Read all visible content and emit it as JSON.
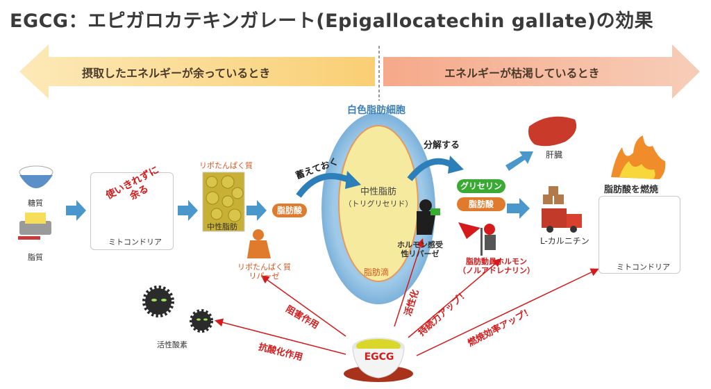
{
  "title": "EGCG：エピガロカテキンガレート(Epigallocatechin gallate)の効果",
  "banners": {
    "left": "摂取したエネルギーが余っているとき",
    "right": "エネルギーが枯渇しているとき"
  },
  "fat_cell": {
    "title": "白色脂肪細胞",
    "inner_line1": "中性脂肪",
    "inner_line2": "（トリグリセリド）",
    "droplet": "脂肪滴"
  },
  "inputs": {
    "sugar": "糖質",
    "fat": "脂質"
  },
  "mito_left": {
    "caption": "ミトコンドリア",
    "overflow_line1": "使いきれずに",
    "overflow_line2": "余る"
  },
  "lipoprotein": {
    "title": "リポたんぱく質",
    "caption": "中性脂肪"
  },
  "lipase": {
    "line1": "リポたんぱく質",
    "line2": "リパーゼ"
  },
  "fatty_acid_left": "脂肪酸",
  "store": "蓄えておく",
  "decompose": "分解する",
  "hsl": {
    "line1": "ホルモン感受",
    "line2": "性リパーゼ"
  },
  "glycerin": "グリセリン",
  "fatty_acid_right": "脂肪酸",
  "liver": "肝臓",
  "carnitine": "L-カルニチン",
  "burn": "脂肪酸を燃焼",
  "mito_right": {
    "caption": "ミトコンドリア"
  },
  "hormone": {
    "line1": "脂肪動員ホルモン",
    "line2": "（ノルアドレナリン）"
  },
  "active_oxygen": "活性酸素",
  "effects": {
    "inhibit": "阻害作用",
    "antioxidant": "抗酸化作用",
    "activate": "活性化",
    "sustain": "持続力アップ！",
    "efficiency": "燃焼効率アップ！"
  },
  "egcg": "EGCG",
  "colors": {
    "arrow_blue": "#4a97cc",
    "red": "#d41a1a",
    "orange": "#e07b2e",
    "green": "#3aaa35"
  }
}
